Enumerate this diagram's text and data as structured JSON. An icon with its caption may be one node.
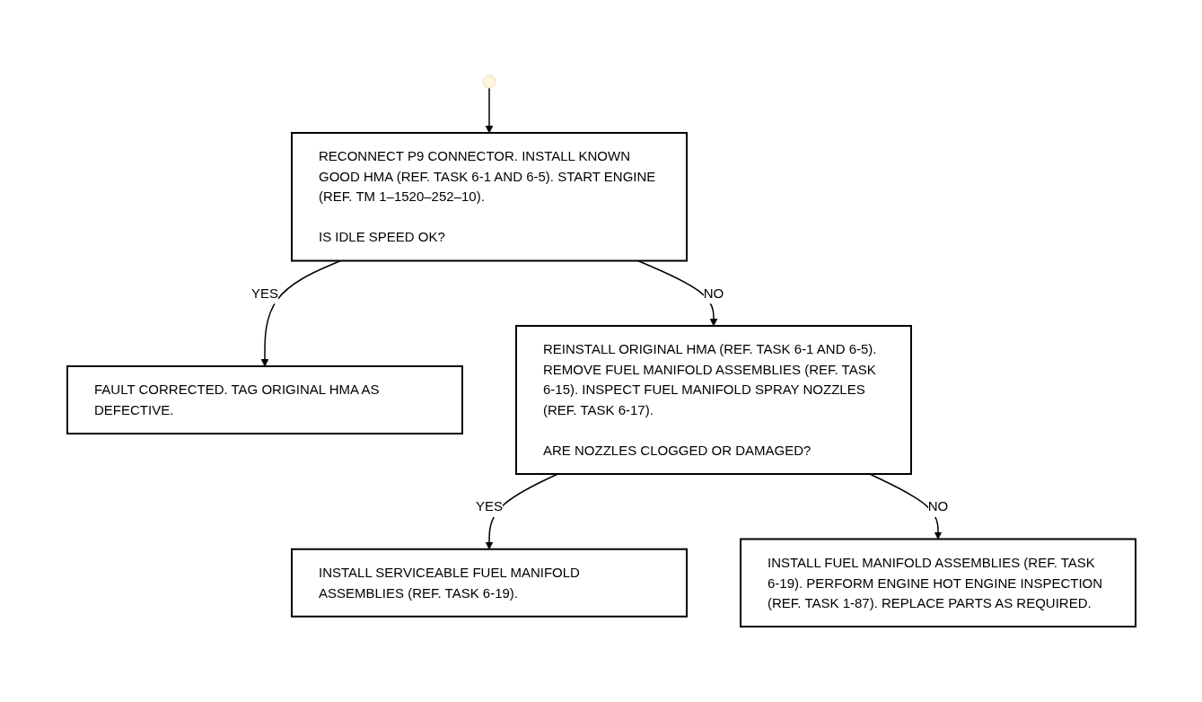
{
  "diagram": {
    "nodes": [
      {
        "text": [
          "RECONNECT P9 CONNECTOR. INSTALL KNOWN GOOD HMA (REF. TASK 6-1 AND 6-5). START ENGINE (REF. TM 1–1520–252–10).",
          "IS IDLE SPEED OK?"
        ]
      },
      {
        "text": [
          "FAULT CORRECTED. TAG ORIGINAL HMA AS DEFECTIVE."
        ]
      },
      {
        "text": [
          "REINSTALL ORIGINAL HMA (REF. TASK 6-1 AND 6-5). REMOVE FUEL MANIFOLD ASSEMBLIES (REF. TASK 6-15). INSPECT FUEL MANIFOLD SPRAY NOZZLES (REF. TASK 6-17).",
          "ARE NOZZLES CLOGGED OR DAMAGED?"
        ]
      },
      {
        "text": [
          "INSTALL SERVICEABLE FUEL MANIFOLD ASSEMBLIES (REF. TASK 6-19)."
        ]
      },
      {
        "text": [
          "INSTALL FUEL MANIFOLD ASSEMBLIES (REF. TASK 6-19). PERFORM ENGINE HOT ENGINE INSPECTION (REF. TASK 1-87). REPLACE PARTS AS REQUIRED."
        ]
      }
    ],
    "edges": [
      {
        "from": null,
        "to": 0,
        "arrow": "to"
      },
      {
        "from": 0,
        "to": 1,
        "label": "YES",
        "arrow": "to"
      },
      {
        "from": 0,
        "to": 2,
        "label": "NO",
        "arrow": "to"
      },
      {
        "from": 2,
        "to": 3,
        "label": "YES",
        "arrow": "to"
      },
      {
        "from": 2,
        "to": 4,
        "label": "NO",
        "arrow": "to"
      }
    ]
  }
}
